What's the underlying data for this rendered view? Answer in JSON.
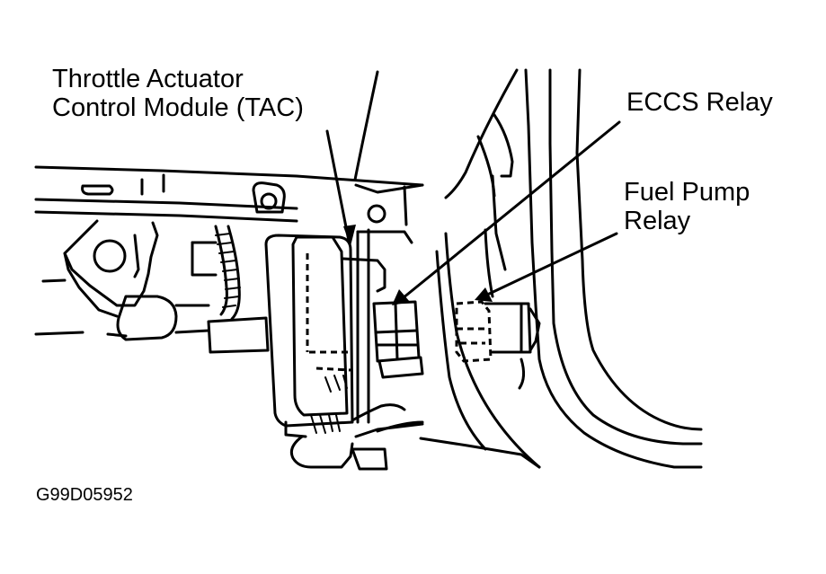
{
  "figure_code": "G99D05952",
  "labels": {
    "tac": {
      "line1": "Throttle Actuator",
      "line2": "Control Module (TAC)"
    },
    "eccs_relay": {
      "line1": "ECCS Relay"
    },
    "fuel_pump_relay": {
      "line1": "Fuel Pump",
      "line2": "Relay"
    }
  },
  "colors": {
    "ink": "#000000",
    "background": "#ffffff"
  }
}
